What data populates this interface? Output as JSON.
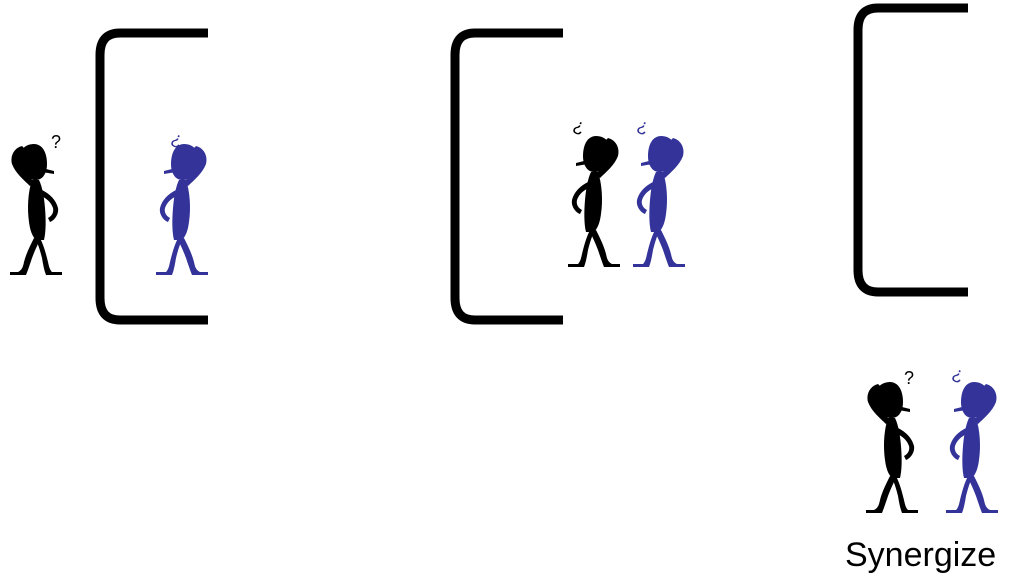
{
  "colors": {
    "background": "#ffffff",
    "bracket": "#000000",
    "figure_black": "#000000",
    "figure_blue": "#33339a"
  },
  "panels": [
    {
      "id": "panel-1",
      "figures": [
        {
          "color": "black",
          "question_mark": "?"
        },
        {
          "color": "blue",
          "question_mark": "?"
        }
      ]
    },
    {
      "id": "panel-2",
      "figures": [
        {
          "color": "black",
          "question_mark": "?"
        },
        {
          "color": "blue",
          "question_mark": "?"
        }
      ]
    },
    {
      "id": "panel-3",
      "figures": [
        {
          "color": "black",
          "question_mark": "?"
        },
        {
          "color": "blue",
          "question_mark": "?"
        }
      ],
      "caption": "Synergize"
    }
  ]
}
